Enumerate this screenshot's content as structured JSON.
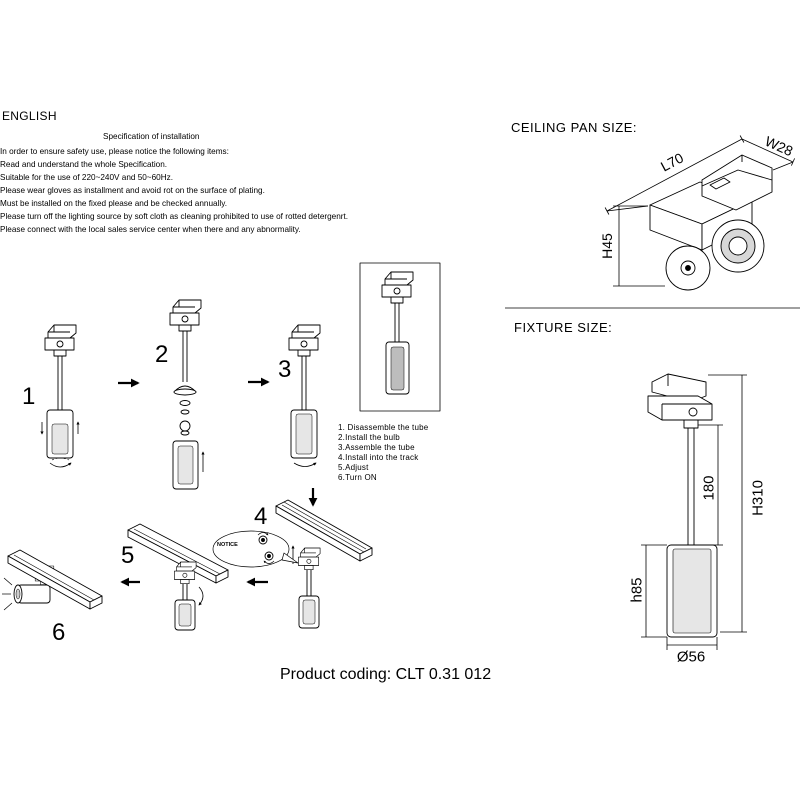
{
  "language_heading": "ENGLISH",
  "specification": {
    "title": "Specification of installation",
    "lines": [
      "In order to ensure safety use, please notice the following items:",
      "Read and understand the whole Specification.",
      "Suitable for the use of 220~240V and 50~60Hz.",
      "Please wear gloves as installment and avoid rot on the surface of plating.",
      "Must be installed on the fixed please and be checked annually.",
      "Please turn off the lighting source by soft cloth as cleaning prohibited to use of rotted detergenrt.",
      "Please connect with the local sales service center when there and any abnormality."
    ]
  },
  "ceiling_pan": {
    "heading": "CEILING PAN SIZE:",
    "length": "L70",
    "width": "W28",
    "height": "H45"
  },
  "fixture": {
    "heading": "FIXTURE SIZE:",
    "stem_height": "180",
    "total_height": "H310",
    "shade_height": "h85",
    "diameter": "Ø56"
  },
  "steps": {
    "numbers": [
      "1",
      "2",
      "3",
      "4",
      "5",
      "6"
    ],
    "instructions": [
      "1. Disassemble the tube",
      "2.Install the bulb",
      "3.Assemble the tube",
      "4.Install into the track",
      "5.Adjust",
      "6.Turn ON"
    ],
    "notice_label": "NOTICE"
  },
  "product_coding": "Product coding: CLT 0.31 012",
  "colors": {
    "ink": "#000000",
    "background": "#ffffff",
    "shade_interior": "#e6e6e6"
  }
}
